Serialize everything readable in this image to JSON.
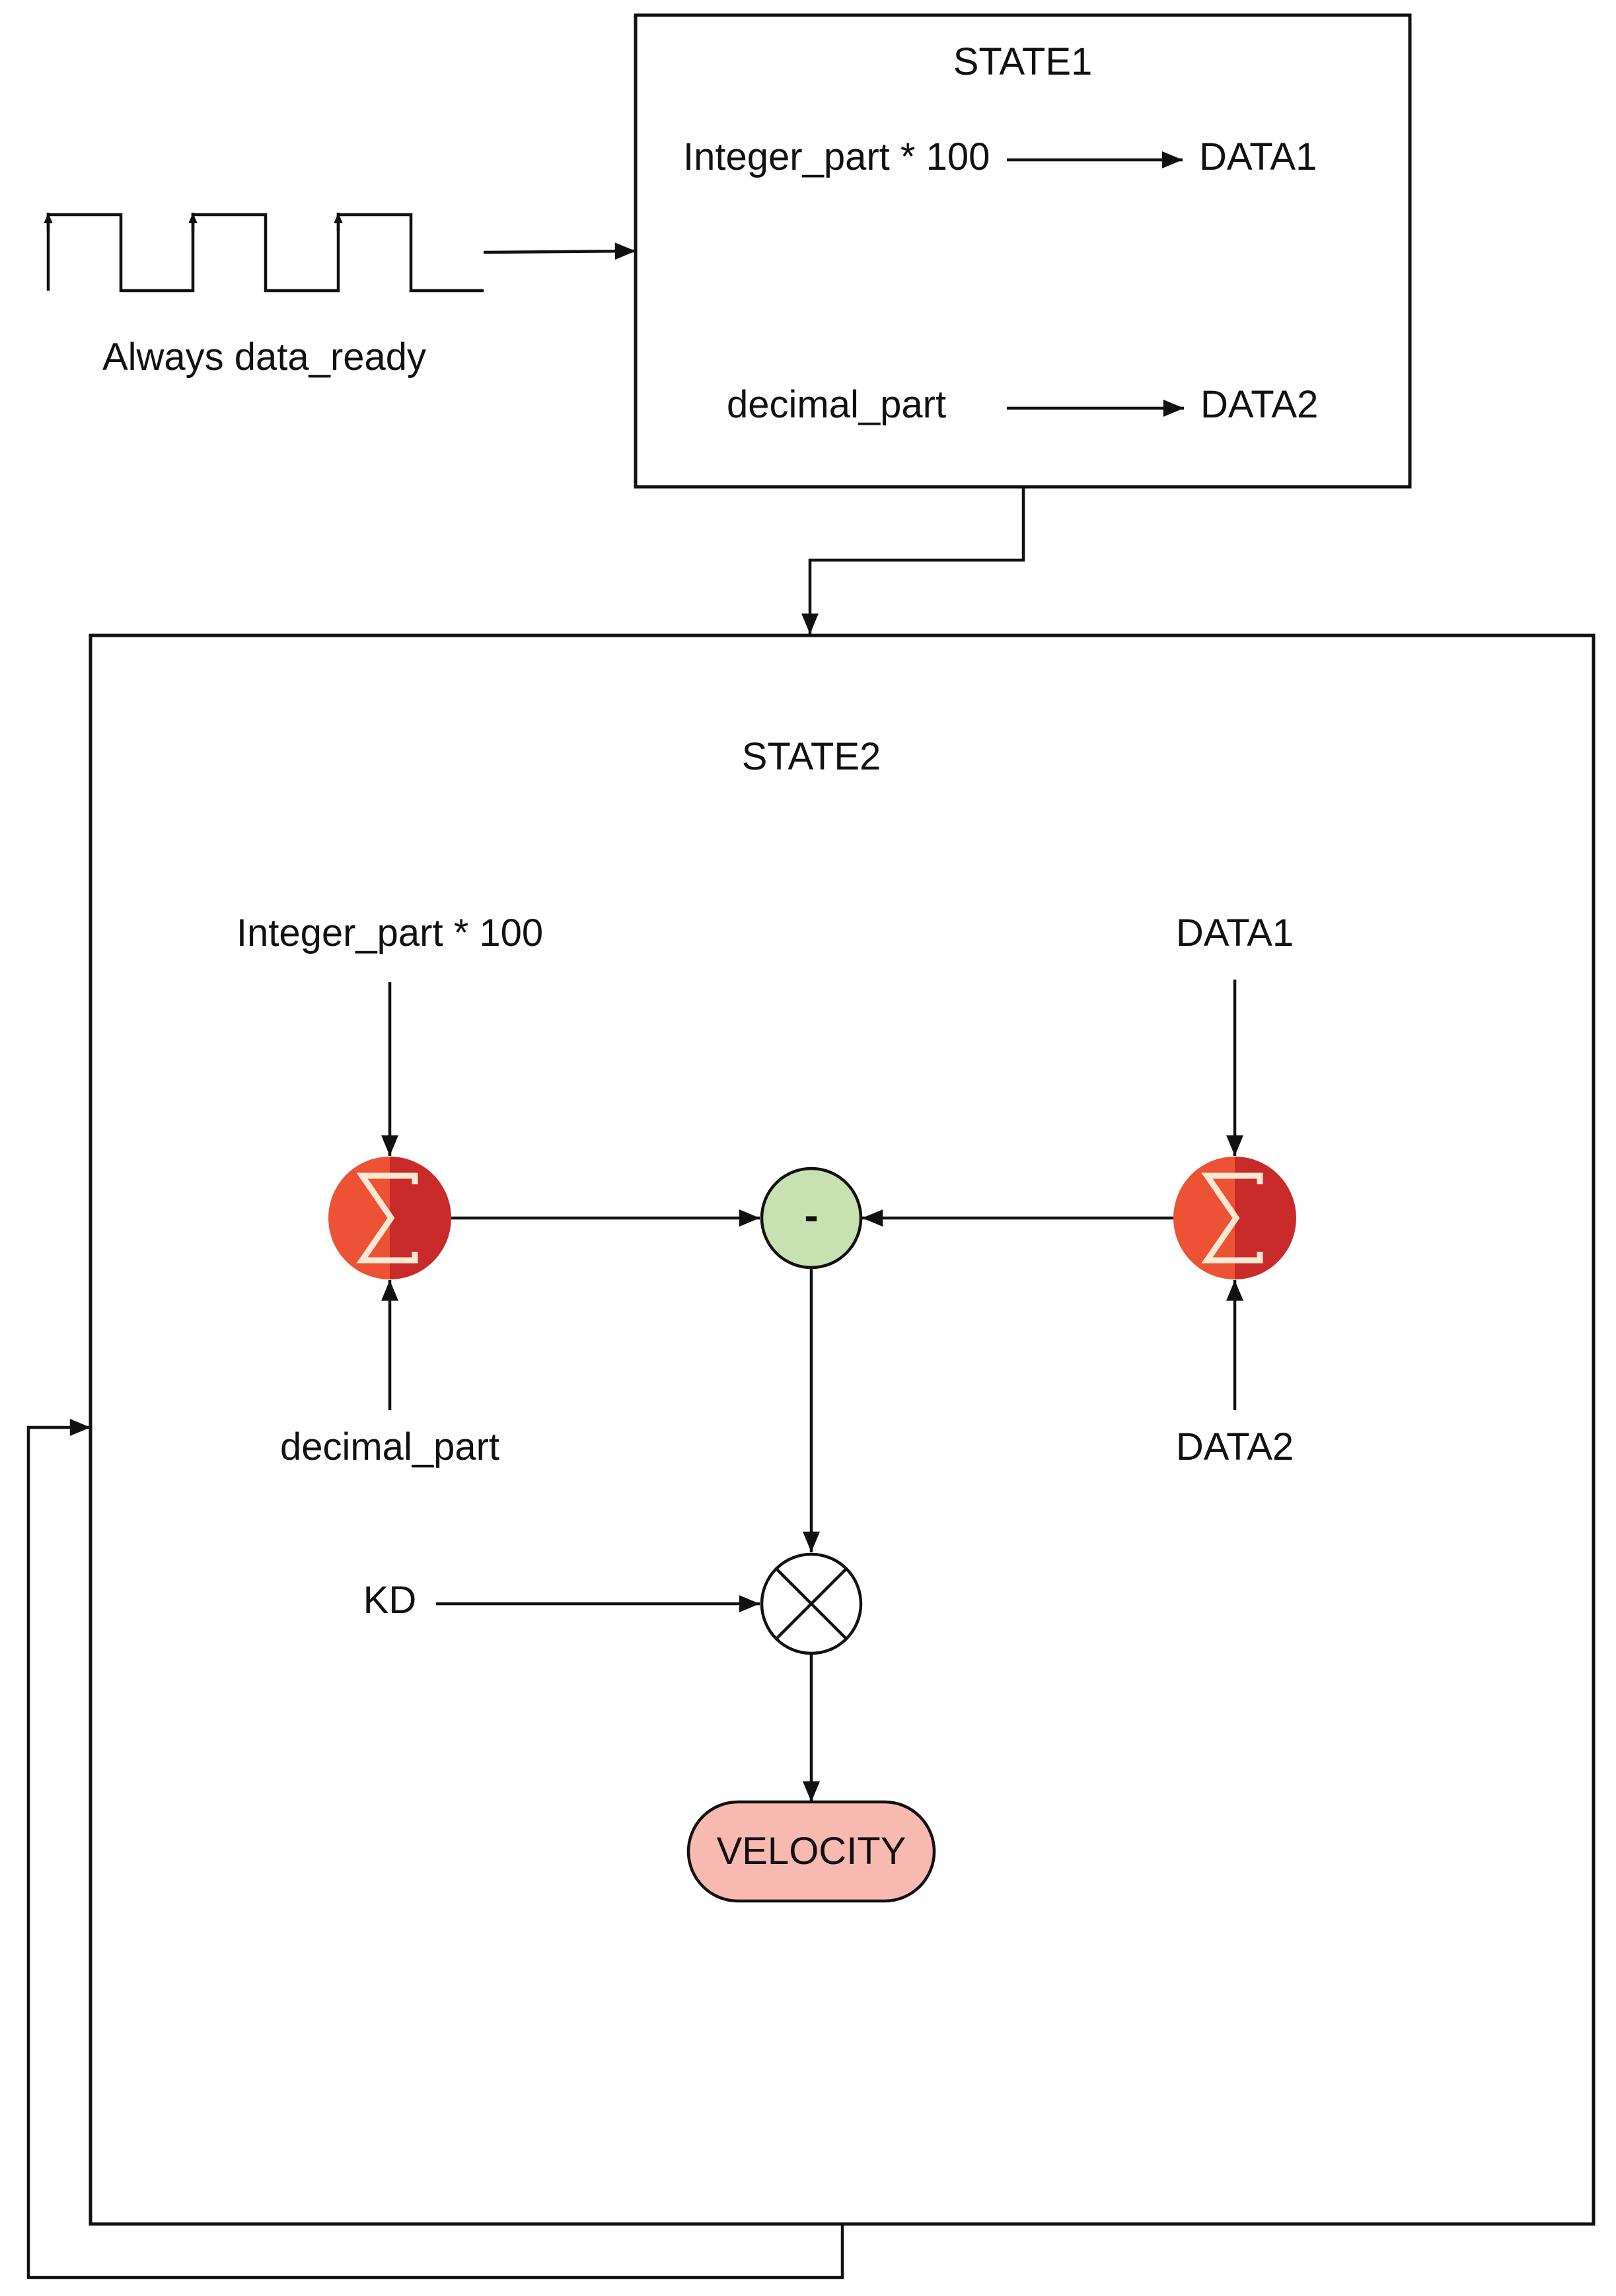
{
  "state1": {
    "title": "STATE1",
    "row1_input": "Integer_part * 100",
    "row1_output": "DATA1",
    "row2_input": "decimal_part",
    "row2_output": "DATA2"
  },
  "clock": {
    "label": "Always data_ready"
  },
  "state2": {
    "title": "STATE2",
    "top_left_input": "Integer_part * 100",
    "bottom_left_input": "decimal_part",
    "top_right_input": "DATA1",
    "bottom_right_input": "DATA2",
    "subtract_symbol": "-",
    "gain_input": "KD",
    "output": "VELOCITY"
  },
  "colors": {
    "sum_node_light": "#EE5234",
    "sum_node_dark": "#C92A2A",
    "sum_symbol": "#FDE9D3",
    "subtract_node": "#C8E1B0",
    "output_node": "#F8B9B1",
    "lines": "#111111"
  },
  "icons": {
    "sum_node": "sigma-icon",
    "multiply_node": "multiply-cross-icon"
  }
}
